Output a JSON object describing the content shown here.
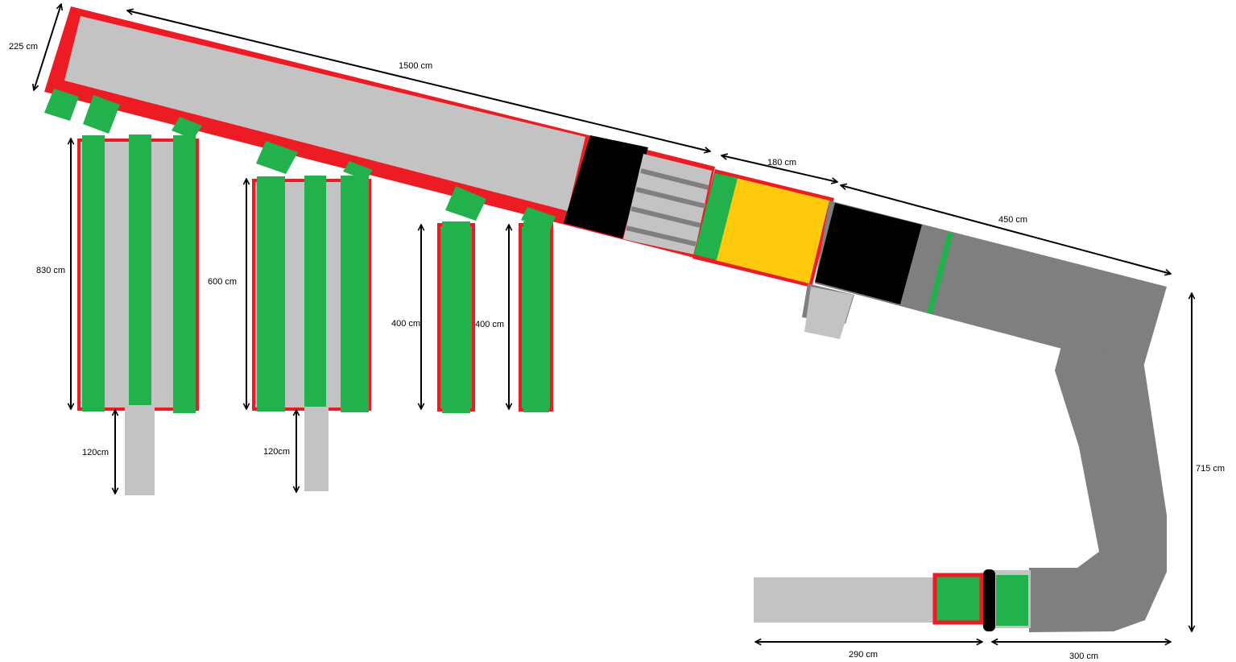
{
  "colors": {
    "border_red": "#ED1C24",
    "green": "#22B14C",
    "light_gray": "#C3C3C3",
    "dark_gray": "#7F7F7F",
    "black": "#000000",
    "yellow": "#FFC90E",
    "white": "#FFFFFF"
  },
  "dimensions": {
    "main_conveyor_width": "225 cm",
    "main_conveyor_length": "1500 cm",
    "yellow_section_length": "180 cm",
    "gray_section_length": "450 cm",
    "gray_vertical_length": "715 cm",
    "bottom_left_length": "290 cm",
    "bottom_right_length": "300 cm",
    "bay1_length": "830 cm",
    "bay2_length": "600 cm",
    "bay3_length": "400 cm",
    "bay4_length": "400 cm",
    "bay1_exit_length": "120cm",
    "bay2_exit_length": "120cm"
  }
}
